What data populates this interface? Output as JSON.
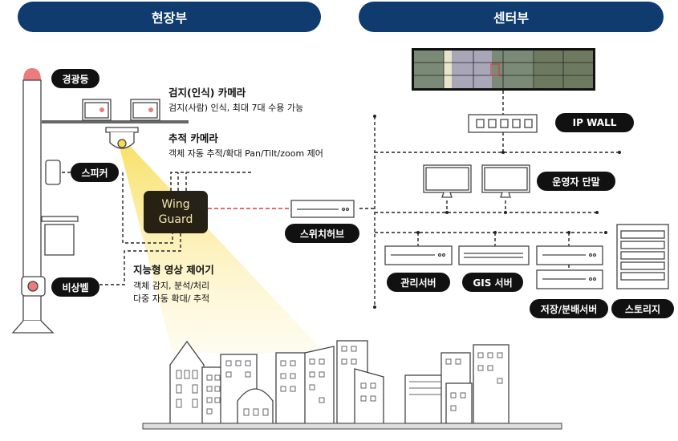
{
  "headers": {
    "field": "현장부",
    "center": "센터부"
  },
  "field": {
    "warning_light": "경광등",
    "detect_camera": {
      "title": "검지(인식) 카메라",
      "desc": "검지(사람) 인식, 최대 7대 수용 가능"
    },
    "tracking_camera": {
      "title": "추적 카메라",
      "desc": "객체 자동 추적/확대 Pan/Tilt/zoom 제어"
    },
    "speaker": "스피커",
    "controller": {
      "line1": "Wing",
      "line2": "Guard",
      "title": "지능형 영상 제어기",
      "desc1": "객체 감지, 분석/처리",
      "desc2": "다중 자동 확대/ 추적"
    },
    "emergency_bell": "비상벨",
    "switch_hub": "스위치허브"
  },
  "center": {
    "ip_wall": "IP WALL",
    "operator_terminal": "운영자 단말",
    "mgmt_server": "관리서버",
    "gis_server": "GIS 서버",
    "storage_server": "저장/분배서버",
    "storage": "스토리지"
  },
  "colors": {
    "header": "#0f3b6f",
    "pill": "#111111",
    "beam": "#fbe98a",
    "alert": "#ee7b7b",
    "link": "#e8333a"
  }
}
